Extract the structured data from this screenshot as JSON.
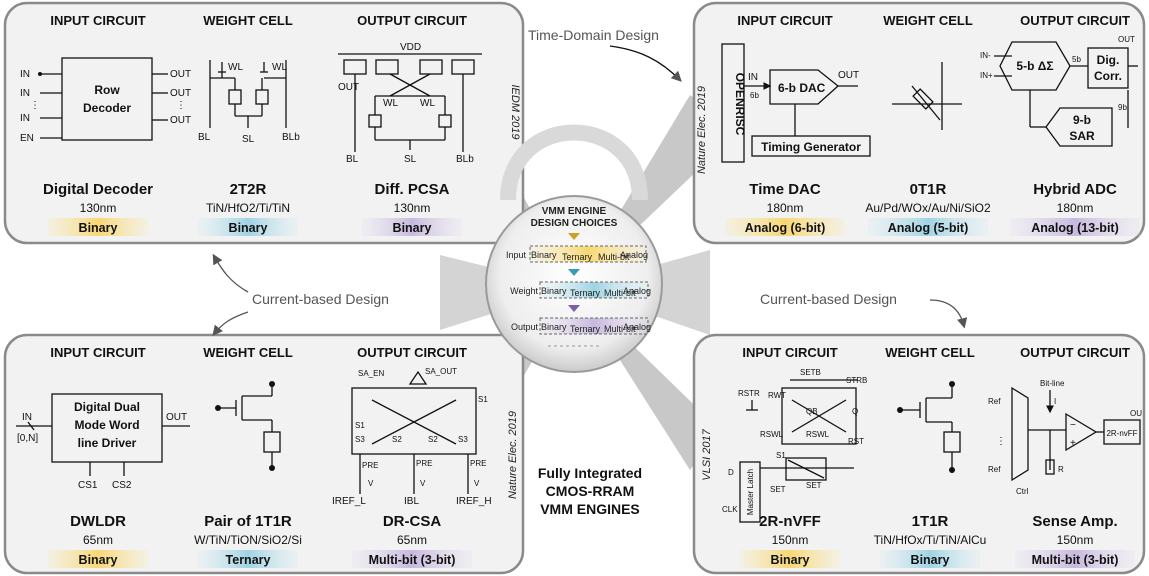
{
  "colors": {
    "binary": "#f7d774",
    "ternary": "#9fd3e3",
    "multibit": "#c7b8de",
    "analog_input": "#f7d774",
    "analog_weight": "#9fd3e3",
    "analog_output": "#c7b8de",
    "panel_border": "#8a8a8a",
    "panel_fill": "#f2f2f2",
    "ray": "#b5b5b5"
  },
  "headers": {
    "input": "INPUT CIRCUIT",
    "weight": "WEIGHT CELL",
    "output": "OUTPUT CIRCUIT"
  },
  "transitions": {
    "time_domain": "Time-Domain Design",
    "current_left": "Current-based Design",
    "current_right": "Current-based Design"
  },
  "hub": {
    "title1": "VMM ENGINE",
    "title2": "DESIGN CHOICES",
    "rows": [
      "Input",
      "Weight",
      "Output"
    ],
    "levels": [
      "Binary",
      "Ternary",
      "Multi-bit",
      "Analog"
    ]
  },
  "center_caption": [
    "Fully Integrated",
    "CMOS-RRAM",
    "VMM ENGINES"
  ],
  "panels": {
    "tl": {
      "venue": "IEDM 2019",
      "circuit_labels": {
        "in1": "IN",
        "in2": "IN",
        "inn": "IN",
        "en": "EN",
        "dec1": "Row",
        "dec2": "Decoder",
        "out1": "OUT",
        "out2": "OUT",
        "out3": "OUT",
        "wl1": "WL",
        "wl2": "WL",
        "bl": "BL",
        "sl": "SL",
        "blb": "BLb",
        "vdd": "VDD",
        "out": "OUT",
        "owl1": "WL",
        "owl2": "WL",
        "obl": "BL",
        "osl": "SL",
        "oblb": "BLb"
      },
      "items": [
        {
          "name": "Digital Decoder",
          "sub": "130nm",
          "badge": "Binary"
        },
        {
          "name": "2T2R",
          "sub": "TiN/HfO2/Ti/TiN",
          "badge": "Binary"
        },
        {
          "name": "Diff. PCSA",
          "sub": "130nm",
          "badge": "Binary"
        }
      ]
    },
    "tr": {
      "venue": "Nature Elec. 2019",
      "circuit_labels": {
        "risc": "OPENRISC",
        "in": "IN",
        "bits": "6b",
        "dac": "6-b DAC",
        "out": "OUT",
        "timing": "Timing Generator",
        "inm": "IN-",
        "inp": "IN+",
        "adc": "5-b ΔΣ",
        "b5": "5b",
        "dig1": "Dig.",
        "dig2": "Corr.",
        "aout": "OUT",
        "b9": "9b",
        "sar1": "9-b",
        "sar2": "SAR"
      },
      "items": [
        {
          "name": "Time DAC",
          "sub": "180nm",
          "badge": "Analog (6-bit)"
        },
        {
          "name": "0T1R",
          "sub": "Au/Pd/WOx/Au/Ni/SiO2",
          "badge": "Analog (5-bit)"
        },
        {
          "name": "Hybrid ADC",
          "sub": "180nm",
          "badge": "Analog (13-bit)"
        }
      ]
    },
    "bl": {
      "venue": "Nature Elec. 2019",
      "circuit_labels": {
        "in": "IN",
        "inrange": "[0,N]",
        "drv1": "Digital Dual",
        "drv2": "Mode Word",
        "drv3": "line Driver",
        "out": "OUT",
        "cs1": "CS1",
        "cs2": "CS2",
        "saen": "SA_EN",
        "saout": "SA_OUT",
        "s1a": "S1",
        "s3a": "S3",
        "s2a": "S2",
        "s2b": "S2",
        "s3b": "S3",
        "s1b": "S1",
        "prea": "PRE",
        "preb": "PRE",
        "prec": "PRE",
        "vclpa": "V",
        "vclpb": "V",
        "vclpc": "V",
        "irefl": "IREF_L",
        "ibl": "IBL",
        "irefh": "IREF_H"
      },
      "items": [
        {
          "name": "DWLDR",
          "sub": "65nm",
          "badge": "Binary"
        },
        {
          "name": "Pair of 1T1R",
          "sub": "W/TiN/TiON/SiO2/Si",
          "badge": "Ternary"
        },
        {
          "name": "DR-CSA",
          "sub": "65nm",
          "badge": "Multi-bit (3-bit)"
        }
      ]
    },
    "br": {
      "venue": "VLSI 2017",
      "circuit_labels": {
        "rstr": "RSTR",
        "rwt": "RWT",
        "setb": "SETB",
        "strb": "STRB",
        "qb": "QB",
        "q": "Q",
        "rst": "RST",
        "rswl1": "RSWL",
        "rswl2": "RSWL",
        "d": "D",
        "clk": "CLK",
        "latch": "Master Latch",
        "s1": "S1",
        "set1": "SET",
        "set2": "SET",
        "bitline": "Bit-line",
        "icol": "I",
        "ref0": "Ref",
        "refl": "Ref",
        "ctrl": "Ctrl",
        "rg": "R",
        "nvff": "2R-nvFF",
        "ou": "OU"
      },
      "items": [
        {
          "name": "2R-nVFF",
          "sub": "150nm",
          "badge": "Binary"
        },
        {
          "name": "1T1R",
          "sub": "TiN/HfOx/Ti/TiN/AlCu",
          "badge": "Binary"
        },
        {
          "name": "Sense Amp.",
          "sub": "150nm",
          "badge": "Multi-bit (3-bit)"
        }
      ]
    }
  }
}
